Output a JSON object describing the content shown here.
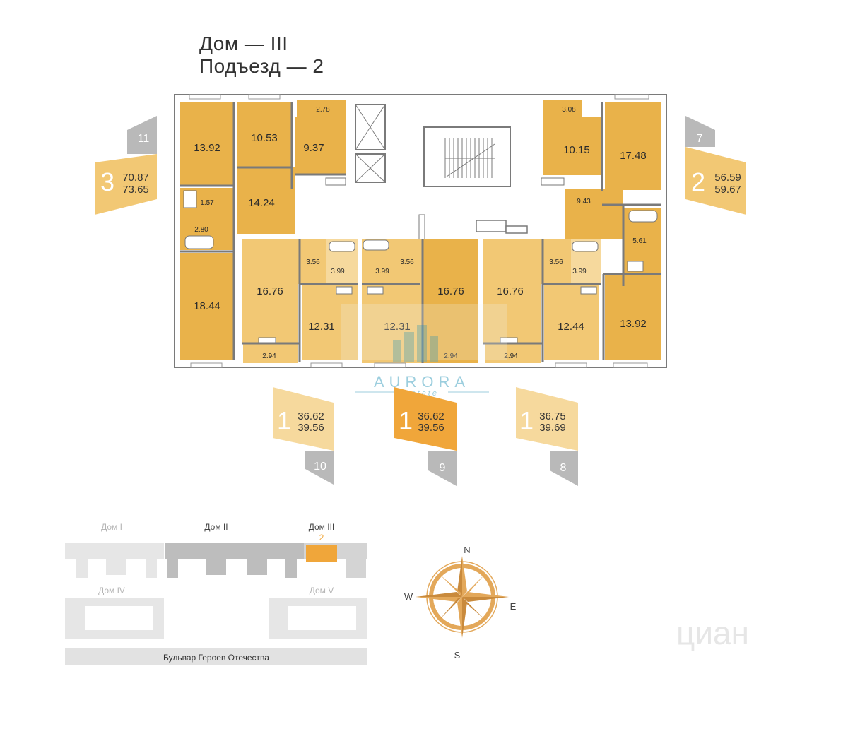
{
  "header": {
    "house": "Дом — III",
    "entrance": "Подъезд — 2"
  },
  "colors": {
    "apartment_dark": "#e9b24a",
    "apartment_light": "#f2c874",
    "apartment_pale": "#f6d99d",
    "wall": "#7a7a7a",
    "badge_gray": "#b9b9b9",
    "highlight_orange": "#f0a63a"
  },
  "rooms": {
    "r_13_92_a": "13.92",
    "r_10_53": "10.53",
    "r_9_37": "9.37",
    "r_2_78": "2.78",
    "r_14_24": "14.24",
    "r_1_57": "1.57",
    "r_2_80": "2.80",
    "r_18_44": "18.44",
    "r_16_76_a": "16.76",
    "r_3_56_a": "3.56",
    "r_3_99_a": "3.99",
    "r_12_31_a": "12.31",
    "r_2_94_a": "2.94",
    "r_3_99_b": "3.99",
    "r_3_56_b": "3.56",
    "r_12_31_b": "12.31",
    "r_16_76_b": "16.76",
    "r_2_94_b": "2.94",
    "r_16_76_c": "16.76",
    "r_3_56_c": "3.56",
    "r_3_99_c": "3.99",
    "r_12_44": "12.44",
    "r_2_94_c": "2.94",
    "r_3_08": "3.08",
    "r_10_15": "10.15",
    "r_17_48": "17.48",
    "r_9_43": "9.43",
    "r_5_61": "5.61",
    "r_13_92_b": "13.92"
  },
  "apartments": [
    {
      "number": "11",
      "rooms": "3",
      "area": "70.87",
      "total": "73.65"
    },
    {
      "number": "7",
      "rooms": "2",
      "area": "56.59",
      "total": "59.67"
    },
    {
      "number": "10",
      "rooms": "1",
      "area": "36.62",
      "total": "39.56"
    },
    {
      "number": "9",
      "rooms": "1",
      "area": "36.62",
      "total": "39.56"
    },
    {
      "number": "8",
      "rooms": "1",
      "area": "36.75",
      "total": "39.69"
    }
  ],
  "watermark": {
    "brand": "AURORA",
    "sub": "estate",
    "corner": "циан"
  },
  "site_plan": {
    "house_1": "Дом I",
    "house_2": "Дом II",
    "house_3": "Дом III",
    "entrance_marker": "2",
    "house_4": "Дом IV",
    "house_5": "Дом V",
    "street": "Бульвар Героев Отечества"
  },
  "compass": {
    "north": "N",
    "south": "S",
    "east": "E",
    "west": "W"
  }
}
